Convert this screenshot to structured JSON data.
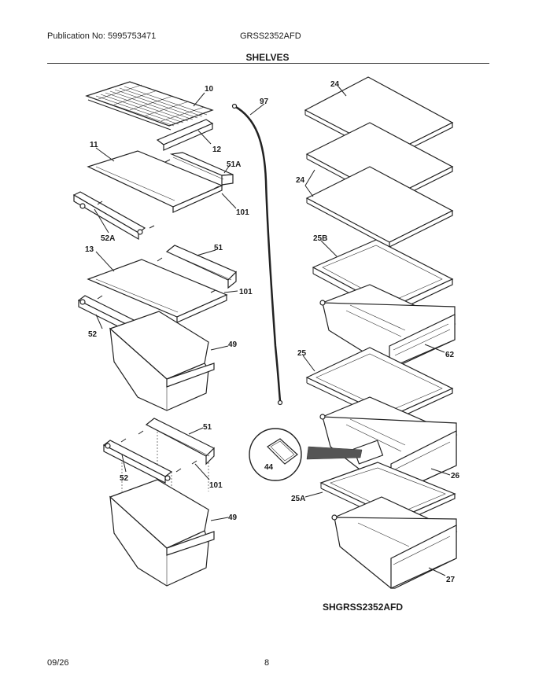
{
  "header": {
    "publication": "Publication No: 5995753471",
    "model": "GRSS2352AFD",
    "section_title": "SHELVES"
  },
  "drawing_code": "SHGRSS2352AFD",
  "footer": {
    "date": "09/26",
    "page": "8"
  },
  "callouts": {
    "c10": "10",
    "c12": "12",
    "c11": "11",
    "c51A": "51A",
    "c101a": "101",
    "c52A": "52A",
    "c13": "13",
    "c51a": "51",
    "c101b": "101",
    "c52a": "52",
    "c49a": "49",
    "c97": "97",
    "c51b": "51",
    "c52b": "52",
    "c101c": "101",
    "c49b": "49",
    "c24a": "24",
    "c24b": "24",
    "c25B": "25B",
    "c62": "62",
    "c25": "25",
    "c44": "44",
    "c26": "26",
    "c25A": "25A",
    "c27": "27"
  }
}
